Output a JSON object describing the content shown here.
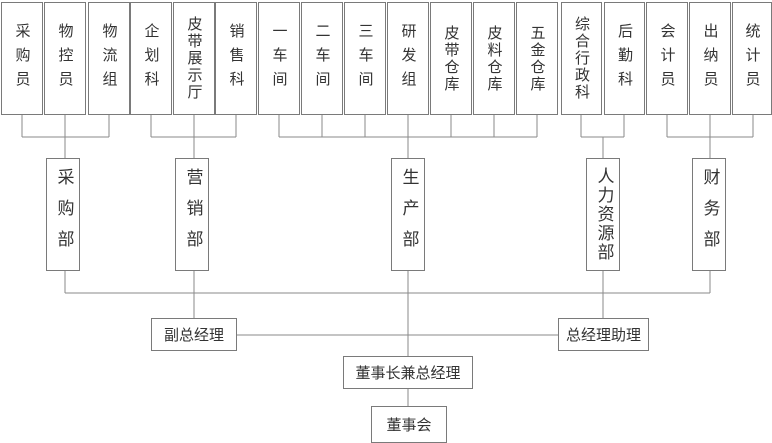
{
  "units": [
    {
      "id": "u1",
      "label": "采购员"
    },
    {
      "id": "u2",
      "label": "物控员"
    },
    {
      "id": "u3",
      "label": "物流组"
    },
    {
      "id": "u4",
      "label": "企划科"
    },
    {
      "id": "u5",
      "label": "皮带展示厅"
    },
    {
      "id": "u6",
      "label": "销售科"
    },
    {
      "id": "u7",
      "label": "一车间"
    },
    {
      "id": "u8",
      "label": "二车间"
    },
    {
      "id": "u9",
      "label": "三车间"
    },
    {
      "id": "u10",
      "label": "研发组"
    },
    {
      "id": "u11",
      "label": "皮带仓库"
    },
    {
      "id": "u12",
      "label": "皮料仓库"
    },
    {
      "id": "u13",
      "label": "五金仓库"
    },
    {
      "id": "u14",
      "label": "综合行政科"
    },
    {
      "id": "u15",
      "label": "后勤科"
    },
    {
      "id": "u16",
      "label": "会计员"
    },
    {
      "id": "u17",
      "label": "出纳员"
    },
    {
      "id": "u18",
      "label": "统计员"
    }
  ],
  "departments": [
    {
      "id": "d1",
      "label": "采购部"
    },
    {
      "id": "d2",
      "label": "营销部"
    },
    {
      "id": "d3",
      "label": "生产部"
    },
    {
      "id": "d4",
      "label": "人力资源部"
    },
    {
      "id": "d5",
      "label": "财务部"
    }
  ],
  "management": {
    "deputy_gm": "副总经理",
    "gm_assistant": "总经理助理",
    "chairman_gm": "董事长兼总经理",
    "board": "董事会"
  }
}
